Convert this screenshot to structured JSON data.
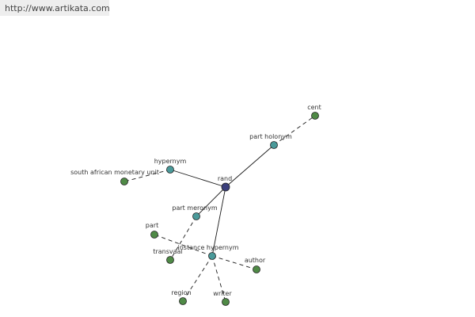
{
  "site": {
    "url": "http://www.artikata.com"
  },
  "colors": {
    "hub": "#3b3f7c",
    "relation": "#4a9a9a",
    "leaf": "#4f8a46",
    "edge": "#1a1a1a"
  },
  "graph": {
    "nodes": [
      {
        "id": "rand",
        "label": "rand",
        "kind": "hub"
      },
      {
        "id": "part_holonym",
        "label": "part holonym",
        "kind": "relation"
      },
      {
        "id": "cent",
        "label": "cent",
        "kind": "leaf"
      },
      {
        "id": "hypernym",
        "label": "hypernym",
        "kind": "relation"
      },
      {
        "id": "south_african_monetary_unit",
        "label": "south african monetary unit",
        "kind": "leaf"
      },
      {
        "id": "part_meronym",
        "label": "part meronym",
        "kind": "relation"
      },
      {
        "id": "transvaal",
        "label": "transvaal",
        "kind": "leaf"
      },
      {
        "id": "instance_hypernym",
        "label": "instance hypernym",
        "kind": "relation"
      },
      {
        "id": "part",
        "label": "part",
        "kind": "leaf"
      },
      {
        "id": "author",
        "label": "author",
        "kind": "leaf"
      },
      {
        "id": "region",
        "label": "region",
        "kind": "leaf"
      },
      {
        "id": "writer",
        "label": "writer",
        "kind": "leaf"
      }
    ],
    "edges": [
      {
        "from": "rand",
        "to": "part_holonym",
        "style": "solid"
      },
      {
        "from": "part_holonym",
        "to": "cent",
        "style": "dashed"
      },
      {
        "from": "rand",
        "to": "hypernym",
        "style": "solid"
      },
      {
        "from": "hypernym",
        "to": "south_african_monetary_unit",
        "style": "dashed"
      },
      {
        "from": "rand",
        "to": "part_meronym",
        "style": "solid"
      },
      {
        "from": "part_meronym",
        "to": "transvaal",
        "style": "dashed"
      },
      {
        "from": "rand",
        "to": "instance_hypernym",
        "style": "solid"
      },
      {
        "from": "instance_hypernym",
        "to": "part",
        "style": "dashed"
      },
      {
        "from": "instance_hypernym",
        "to": "author",
        "style": "dashed"
      },
      {
        "from": "instance_hypernym",
        "to": "region",
        "style": "dashed"
      },
      {
        "from": "instance_hypernym",
        "to": "writer",
        "style": "dashed"
      }
    ]
  }
}
